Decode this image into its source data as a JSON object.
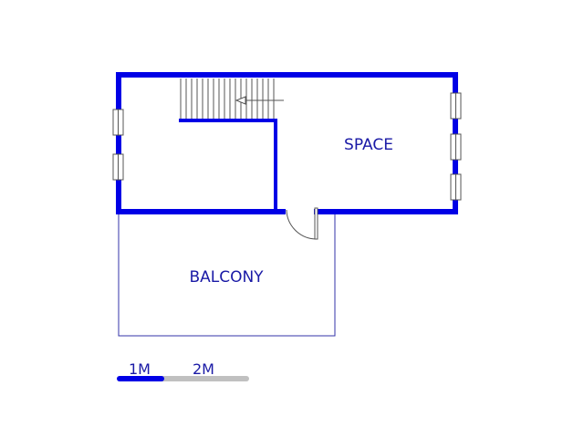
{
  "rooms": {
    "space_label": "SPACE",
    "balcony_label": "BALCONY"
  },
  "scale_bar": {
    "label_1": "1M",
    "label_2": "2M"
  },
  "colors": {
    "wall": "#0000e6",
    "label": "#1a1aa6",
    "balcony_outline": "#3333aa",
    "scale_inactive": "#c0c0c0",
    "fixture": "#555555",
    "background": "#ffffff"
  }
}
